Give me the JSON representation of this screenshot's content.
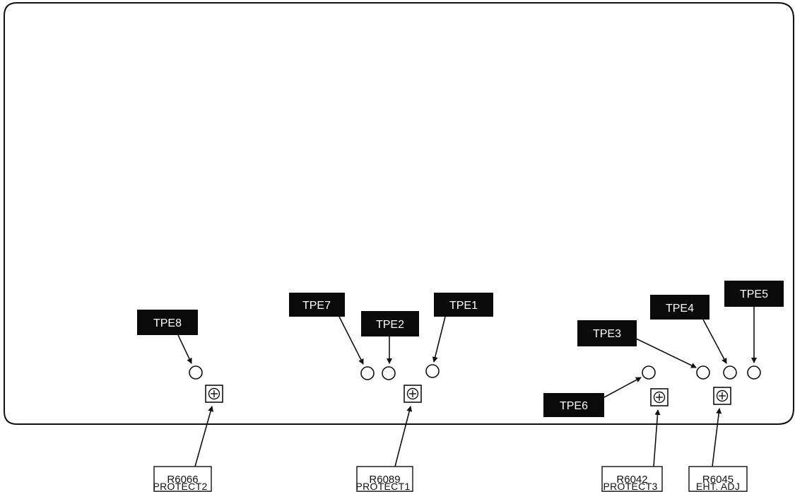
{
  "test_points": [
    {
      "id": "tpe8",
      "label": "TPE8"
    },
    {
      "id": "tpe7",
      "label": "TPE7"
    },
    {
      "id": "tpe2",
      "label": "TPE2"
    },
    {
      "id": "tpe1",
      "label": "TPE1"
    },
    {
      "id": "tpe3",
      "label": "TPE3"
    },
    {
      "id": "tpe4",
      "label": "TPE4"
    },
    {
      "id": "tpe5",
      "label": "TPE5"
    },
    {
      "id": "tpe6",
      "label": "TPE6"
    }
  ],
  "resistors": [
    {
      "id": "r6066",
      "label": "R6066",
      "caption": "PROTECT2"
    },
    {
      "id": "r6089",
      "label": "R6089",
      "caption": "PROTECT1"
    },
    {
      "id": "r6042",
      "label": "R6042",
      "caption": "PROTECT3"
    },
    {
      "id": "r6045",
      "label": "R6045",
      "caption": "EHT. ADJ"
    }
  ],
  "colors": {
    "label_bg": "#0a0a0a",
    "label_text": "#ffffff",
    "line": "#111111"
  }
}
